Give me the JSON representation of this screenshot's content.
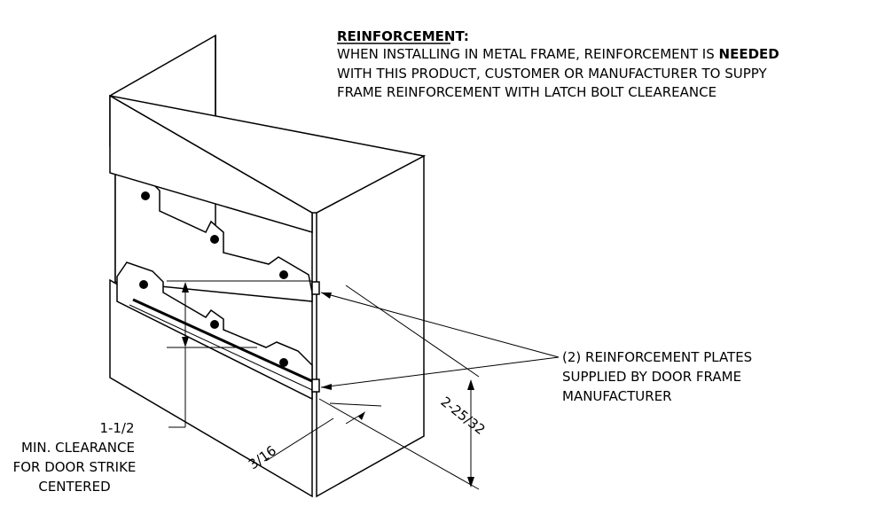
{
  "note": {
    "heading": "REINFORCEMENT:",
    "line1_pre": "WHEN INSTALLING IN METAL FRAME, REINFORCEMENT IS ",
    "line1_bold": "NEEDED",
    "line2": "WITH THIS PRODUCT, CUSTOMER OR MANUFACTURER TO SUPPY",
    "line3": "FRAME REINFORCEMENT WITH LATCH BOLT CLEAREANCE"
  },
  "callout_plates": {
    "line1": "(2) REINFORCEMENT PLATES",
    "line2": "SUPPLIED BY DOOR FRAME",
    "line3": "MANUFACTURER"
  },
  "callout_clearance": {
    "line1": "1-1/2",
    "line2": "MIN. CLEARANCE",
    "line3": "FOR DOOR STRIKE",
    "line4": "CENTERED"
  },
  "dimensions": {
    "height": "2-25/32",
    "thickness": "3/16"
  }
}
